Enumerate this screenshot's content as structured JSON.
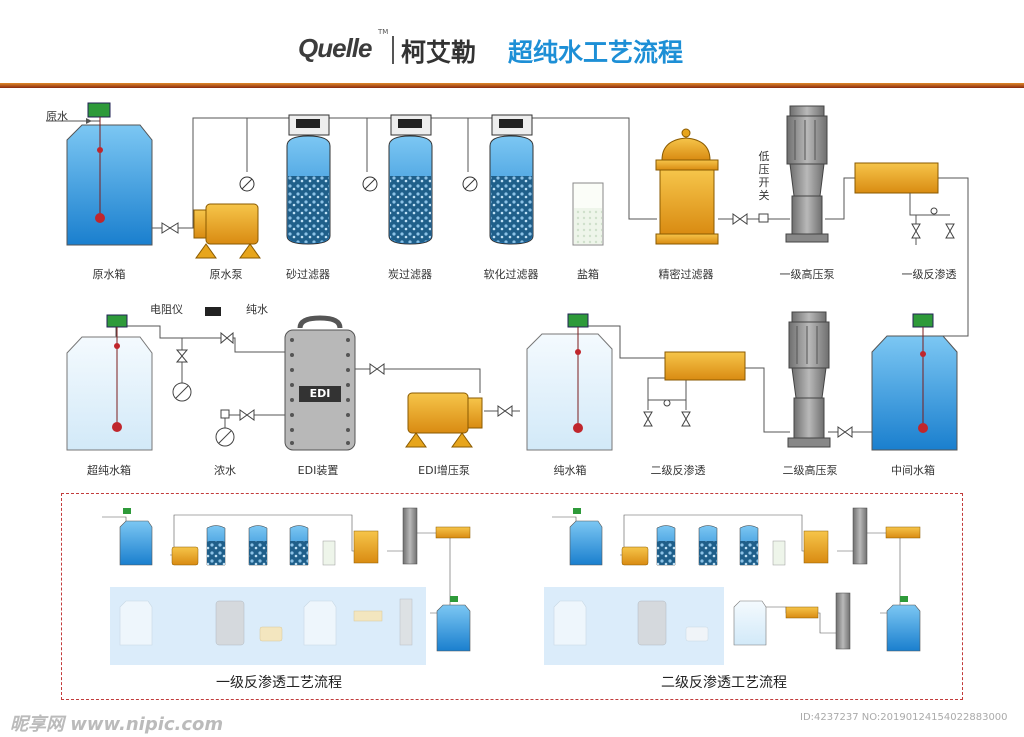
{
  "header": {
    "logo": "Quelle",
    "tm": "TM",
    "brand": "柯艾勒",
    "title": "超纯水工艺流程"
  },
  "row1": {
    "raw_water": "原水",
    "labels": [
      "原水箱",
      "原水泵",
      "砂过滤器",
      "炭过滤器",
      "软化过滤器",
      "盐箱",
      "精密过滤器",
      "一级高压泵",
      "一级反渗透"
    ],
    "low_pressure_switch": "低压开关"
  },
  "row2": {
    "labels": [
      "超纯水箱",
      "浓水",
      "EDI装置",
      "EDI增压泵",
      "纯水箱",
      "二级反渗透",
      "二级高压泵",
      "中间水箱"
    ],
    "resistivity_meter": "电阻仪",
    "pure_water": "纯水",
    "edi_badge": "EDI"
  },
  "panels": {
    "left_caption": "一级反渗透工艺流程",
    "right_caption": "二级反渗透工艺流程"
  },
  "watermark": {
    "left": "昵享网 www.nipic.com",
    "right": "ID:4237237 NO:20190124154022883000"
  },
  "colors": {
    "water_blue": "#1f8fd8",
    "pump_orange": "#e7a51c",
    "valve_green": "#2e9a3a",
    "frame_red": "#c23b3b",
    "title_blue": "#1d8fd6"
  }
}
